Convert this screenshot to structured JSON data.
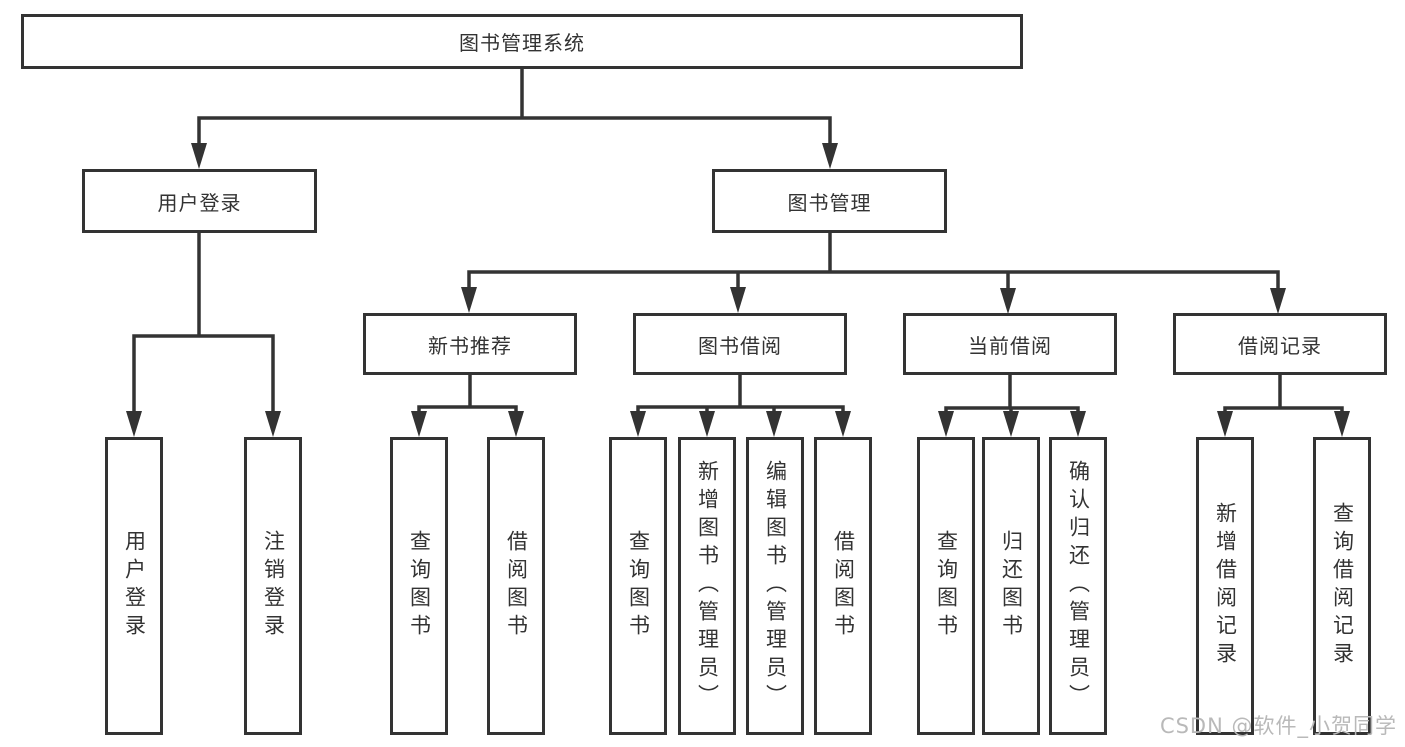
{
  "tree": {
    "label": "图书管理系统",
    "children": [
      {
        "label": "用户登录",
        "children": [
          {
            "label": "用户登录"
          },
          {
            "label": "注销登录"
          }
        ]
      },
      {
        "label": "图书管理",
        "children": [
          {
            "label": "新书推荐",
            "children": [
              {
                "label": "查询图书"
              },
              {
                "label": "借阅图书"
              }
            ]
          },
          {
            "label": "图书借阅",
            "children": [
              {
                "label": "查询图书"
              },
              {
                "label": "新增图书（管理员）"
              },
              {
                "label": "编辑图书（管理员）"
              },
              {
                "label": "借阅图书"
              }
            ]
          },
          {
            "label": "当前借阅",
            "children": [
              {
                "label": "查询图书"
              },
              {
                "label": "归还图书"
              },
              {
                "label": "确认归还（管理员）"
              }
            ]
          },
          {
            "label": "借阅记录",
            "children": [
              {
                "label": "新增借阅记录"
              },
              {
                "label": "查询借阅记录"
              }
            ]
          }
        ]
      }
    ]
  },
  "watermark": {
    "text": "CSDN @软件_小贺同学"
  },
  "colors": {
    "line": "#333333",
    "text": "#333333",
    "background": "#ffffff",
    "watermark": "#b9b9b9"
  }
}
